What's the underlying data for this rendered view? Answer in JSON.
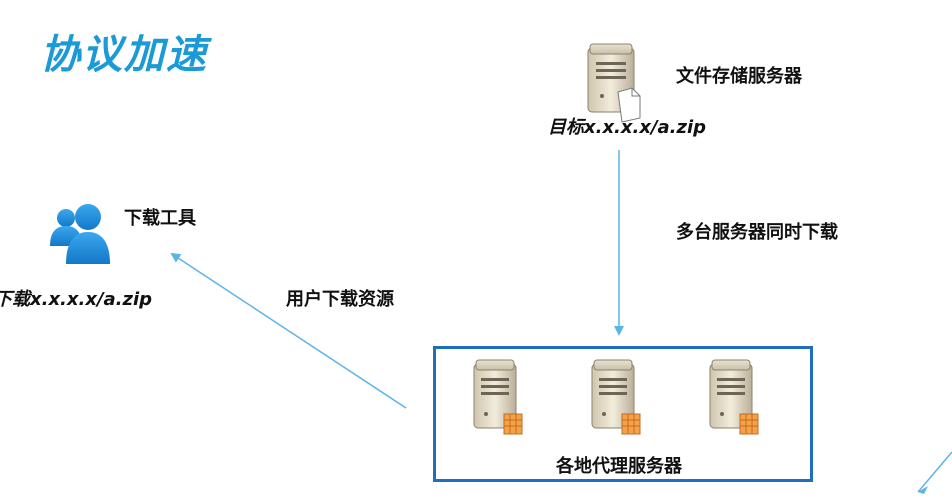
{
  "title": "协议加速",
  "file_server": {
    "label": "文件存储服务器",
    "target_label": "目标x.x.x.x/a.zip"
  },
  "multi_download_label": "多台服务器同时下载",
  "download_tool": {
    "label": "下载工具",
    "download_label": "下载x.x.x.x/a.zip"
  },
  "user_download_label": "用户下载资源",
  "proxy_group": {
    "label": "各地代理服务器",
    "server_count": 3
  },
  "colors": {
    "title": "#1a9ad6",
    "arrow": "#5bb4e6",
    "box_border": "#1f6fbf",
    "user_icon": "#1e90dc"
  },
  "icons": [
    "server-icon",
    "users-icon"
  ]
}
